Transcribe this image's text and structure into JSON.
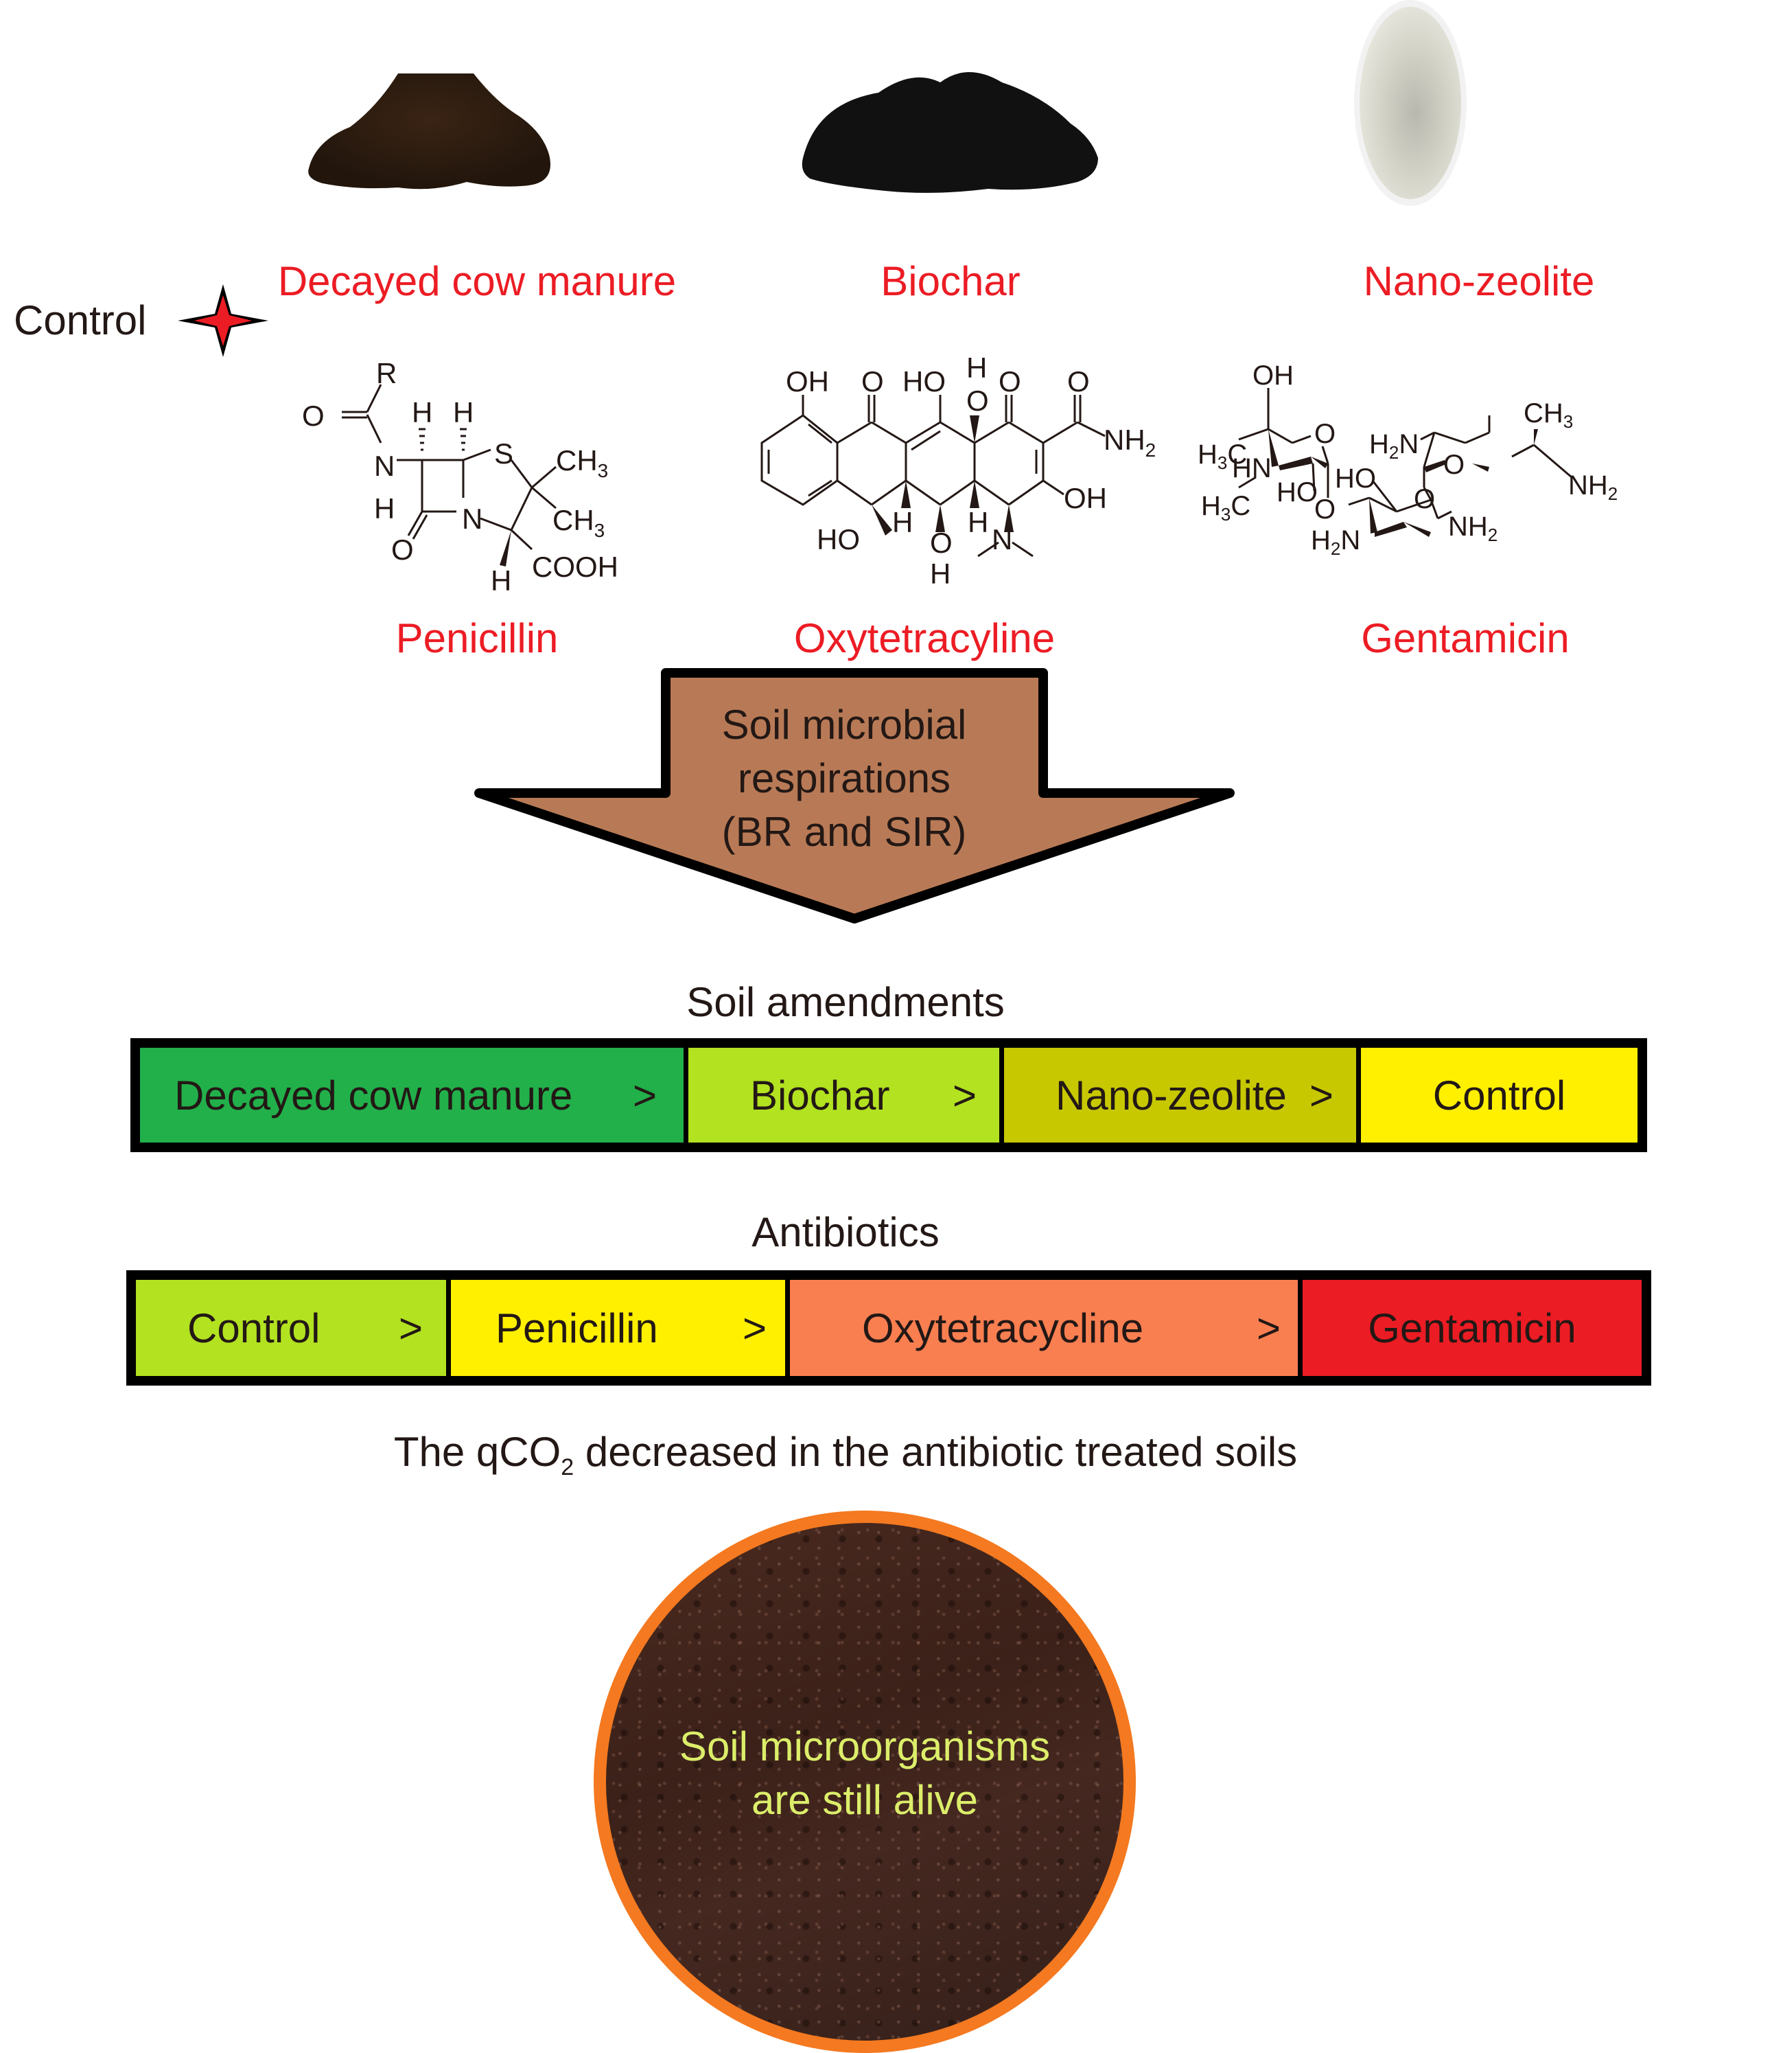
{
  "amendments_row": {
    "control_label": "Control",
    "control_icon": "four-point-star-icon",
    "items": [
      {
        "label": "Decayed cow manure",
        "image": "cow-manure-pile-photo"
      },
      {
        "label": "Biochar",
        "image": "biochar-pile-photo"
      },
      {
        "label": "Nano-zeolite",
        "image": "nano-zeolite-dish-photo"
      }
    ]
  },
  "antibiotics_row": {
    "items": [
      {
        "label": "Penicillin",
        "structure": "penicillin-structure"
      },
      {
        "label": "Oxytetracyline",
        "structure": "oxytetracycline-structure"
      },
      {
        "label": "Gentamicin",
        "structure": "gentamicin-structure"
      }
    ]
  },
  "structures": {
    "penicillin": {
      "atoms": [
        "R",
        "O",
        "N",
        "H",
        "H",
        "H",
        "S",
        "CH3",
        "CH3",
        "N",
        "O",
        "H",
        "COOH"
      ]
    },
    "oxytetracycline": {
      "atoms": [
        "OH",
        "O",
        "HO",
        "H",
        "O",
        "O",
        "O",
        "NH2",
        "OH",
        "HO",
        "H",
        "O",
        "H",
        "H",
        "N"
      ]
    },
    "gentamicin": {
      "atoms": [
        "OH",
        "O",
        "H3C",
        "HN",
        "H3C",
        "HO",
        "O",
        "HO",
        "H2N",
        "H2N",
        "O",
        "CH3",
        "NH2",
        "O",
        "NH2"
      ]
    }
  },
  "arrow": {
    "lines": [
      "Soil microbial",
      "respirations",
      "(BR and SIR)"
    ],
    "fill_color": "#b87a56"
  },
  "soil_amendments_ranking": {
    "title": "Soil amendments",
    "segments": [
      {
        "label": "Decayed cow manure",
        "separator": ">",
        "color": "#22b04b"
      },
      {
        "label": "Biochar",
        "separator": ">",
        "color": "#b2e220"
      },
      {
        "label": "Nano-zeolite",
        "separator": ">",
        "color": "#c7c800"
      },
      {
        "label": "Control",
        "separator": "",
        "color": "#fff000"
      }
    ]
  },
  "antibiotics_ranking": {
    "title": "Antibiotics",
    "segments": [
      {
        "label": "Control",
        "separator": ">",
        "color": "#b2e220"
      },
      {
        "label": "Penicillin",
        "separator": ">",
        "color": "#fff000"
      },
      {
        "label": "Oxytetracycline",
        "separator": ">",
        "color": "#f97f51"
      },
      {
        "label": "Gentamicin",
        "separator": "",
        "color": "#ec1c24"
      }
    ]
  },
  "conclusion": {
    "prefix": "The qCO",
    "subscript": "2",
    "suffix": " decreased in the antibiotic treated soils"
  },
  "soil_circle": {
    "lines": [
      "Soil microorganisms",
      "are still alive"
    ],
    "ring_color": "#f47920",
    "text_color": "#dcee6a"
  }
}
